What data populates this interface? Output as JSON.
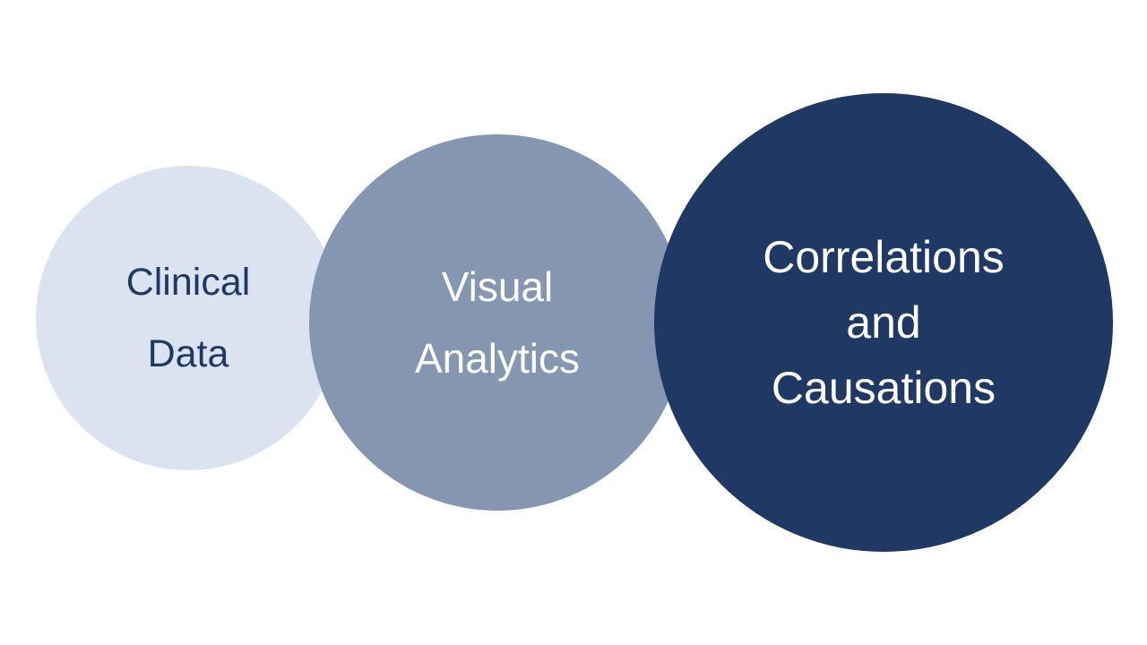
{
  "diagram": {
    "background": "#ffffff",
    "circles": [
      {
        "label": "Clinical Data",
        "lines": [
          "Clinical",
          "Data"
        ],
        "fill": "#dbe3f1",
        "text_color": "#1f3864"
      },
      {
        "label": "Visual Analytics",
        "lines": [
          "Visual",
          "Analytics"
        ],
        "fill": "#8496b0",
        "text_color": "#ffffff"
      },
      {
        "label": "Correlations and Causations",
        "lines": [
          "Correlations",
          "and",
          "Causations"
        ],
        "fill": "#1f3864",
        "text_color": "#ffffff"
      }
    ]
  }
}
